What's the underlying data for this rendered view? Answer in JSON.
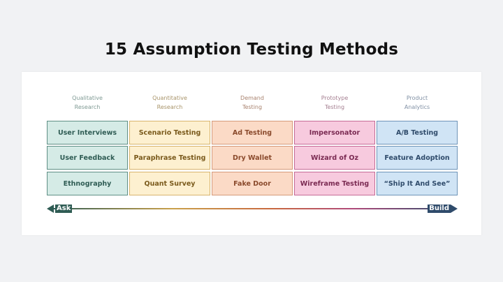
{
  "title": "15 Assumption Testing Methods",
  "columns": [
    {
      "header": [
        "Qualitative",
        "Research"
      ],
      "items": [
        "User Interviews",
        "User Feedback",
        "Ethnography"
      ],
      "fill": "#d5ebe6",
      "border": "#5f8f85",
      "text": "#2f5c54",
      "header_color": "#7f9a94"
    },
    {
      "header": [
        "Quantitative",
        "Research"
      ],
      "items": [
        "Scenario Testing",
        "Paraphrase Testing",
        "Quant Survey"
      ],
      "fill": "#fdf0d0",
      "border": "#d8b46c",
      "text": "#7a5a1c",
      "header_color": "#a8946a"
    },
    {
      "header": [
        "Demand",
        "Testing"
      ],
      "items": [
        "Ad Testing",
        "Dry Wallet",
        "Fake Door"
      ],
      "fill": "#fbdac6",
      "border": "#d59a7a",
      "text": "#8a4a2c",
      "header_color": "#a8826e"
    },
    {
      "header": [
        "Prototype",
        "Testing"
      ],
      "items": [
        "Impersonator",
        "Wizard of Oz",
        "Wireframe Testing"
      ],
      "fill": "#f7cade",
      "border": "#c56a96",
      "text": "#7a2a52",
      "header_color": "#a47e90"
    },
    {
      "header": [
        "Product",
        "Analytics"
      ],
      "items": [
        "A/B Testing",
        "Feature Adoption",
        "“Ship It And See”"
      ],
      "fill": "#d0e4f5",
      "border": "#6e94b8",
      "text": "#2f4b6b",
      "header_color": "#8090a4"
    }
  ],
  "axis": {
    "start": "Ask",
    "end": "Build",
    "start_color": "#2f5c54",
    "end_color": "#2f4b6b"
  }
}
